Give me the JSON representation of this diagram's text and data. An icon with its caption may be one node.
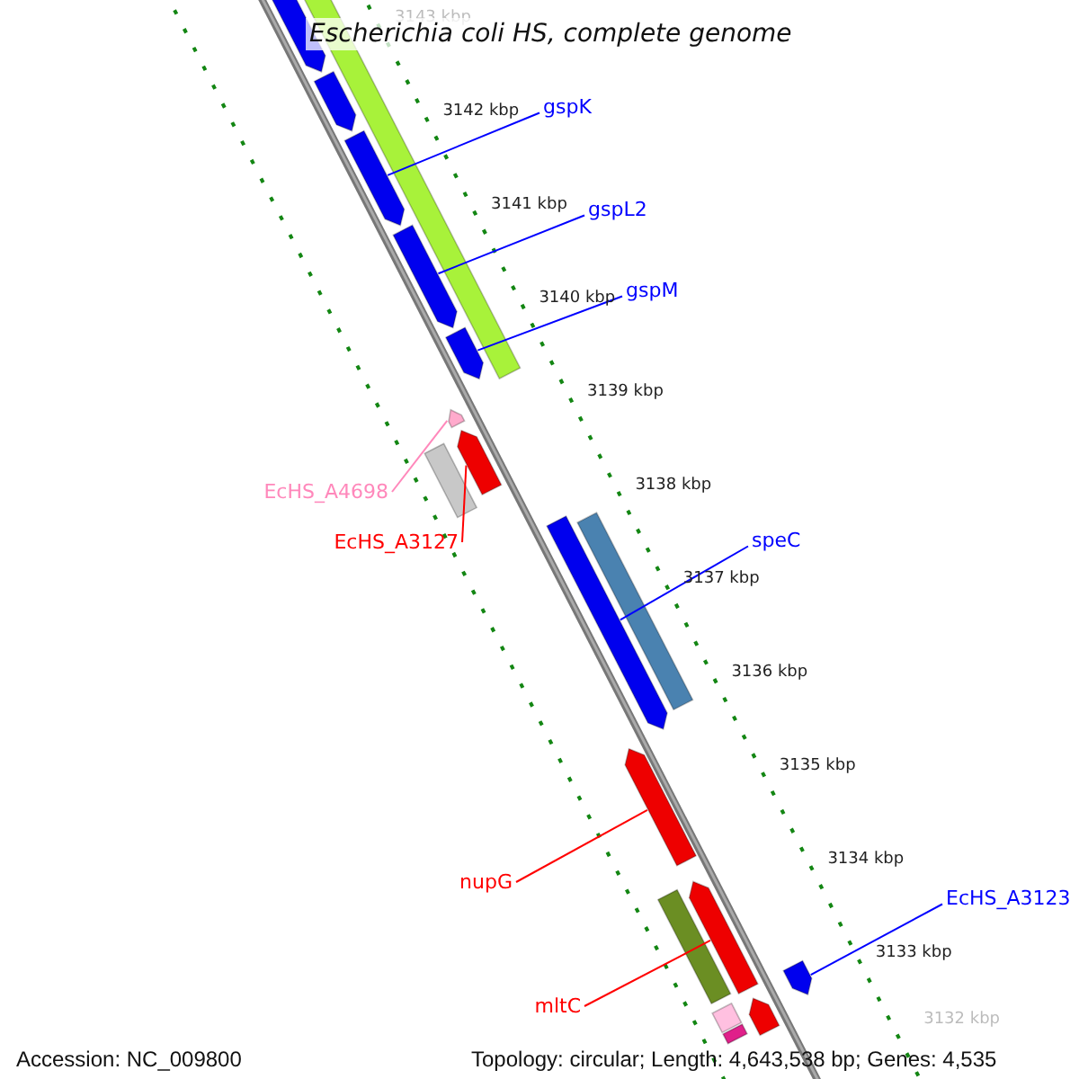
{
  "diagram": {
    "title": "Escherichia coli HS, complete genome",
    "nodes": [
      {
        "text": [
          "gspK"
        ]
      },
      {
        "text": [
          "gspL2"
        ]
      },
      {
        "text": [
          "gspM"
        ]
      },
      {
        "text": [
          "speC"
        ]
      },
      {
        "text": [
          "EcHS_A4698"
        ]
      },
      {
        "text": [
          "EcHS_A3127"
        ]
      },
      {
        "text": [
          "nupG"
        ]
      },
      {
        "text": [
          "mltC"
        ]
      },
      {
        "text": [
          "EcHS_A3123"
        ]
      },
      {
        "text": [],
        "shape": "arrow"
      },
      {
        "text": [],
        "shape": "bar"
      },
      {
        "text": [],
        "shape": "arrow"
      },
      {
        "text": [],
        "shape": "arrow"
      },
      {
        "text": [],
        "shape": "arrow"
      },
      {
        "text": [],
        "shape": "arrow"
      },
      {
        "text": [],
        "shape": "arrow"
      },
      {
        "text": [],
        "shape": "arrow"
      },
      {
        "text": [],
        "shape": "bar"
      },
      {
        "text": [],
        "shape": "arrow"
      },
      {
        "text": [],
        "shape": "bar"
      },
      {
        "text": [],
        "shape": "arrow"
      },
      {
        "text": [],
        "shape": "arrow"
      },
      {
        "text": [],
        "shape": "bar"
      },
      {
        "text": [],
        "shape": "arrow"
      },
      {
        "text": [],
        "shape": "arrow"
      },
      {
        "text": [],
        "shape": "bar"
      },
      {
        "text": [],
        "shape": "bar"
      }
    ],
    "edges": [
      {
        "from": 0,
        "to": 12,
        "arrow": "none"
      },
      {
        "from": 1,
        "to": 13,
        "arrow": "none"
      },
      {
        "from": 2,
        "to": 14,
        "arrow": "none"
      },
      {
        "from": 3,
        "to": 18,
        "arrow": "none"
      },
      {
        "from": 4,
        "to": 15,
        "arrow": "none",
        "color": "#ff88bb"
      },
      {
        "from": 5,
        "to": 16,
        "arrow": "none",
        "color": "#ff0000"
      },
      {
        "from": 6,
        "to": 20,
        "arrow": "none",
        "color": "#ff0000"
      },
      {
        "from": 7,
        "to": 21,
        "arrow": "none",
        "color": "#ff0000"
      },
      {
        "from": 8,
        "to": 23,
        "arrow": "none"
      }
    ],
    "labels": [
      "3143 kbp",
      "3142 kbp",
      "3141 kbp",
      "3140 kbp",
      "3139 kbp",
      "3138 kbp",
      "3137 kbp",
      "3136 kbp",
      "3135 kbp",
      "3134 kbp",
      "3133 kbp",
      "3132 kbp",
      "Accession: NC_009800",
      "Topology: circular; Length: 4,643,538 bp; Genes: 4,535"
    ]
  }
}
